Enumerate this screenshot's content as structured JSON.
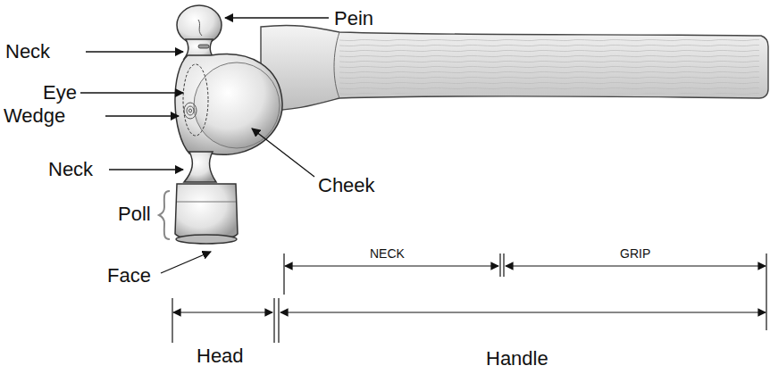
{
  "diagram": {
    "labels": [
      "Pein",
      "Neck",
      "Eye",
      "Wedge",
      "Neck",
      "Cheek",
      "Poll",
      "Face",
      "NECK",
      "GRIP",
      "Head",
      "Handle"
    ]
  }
}
